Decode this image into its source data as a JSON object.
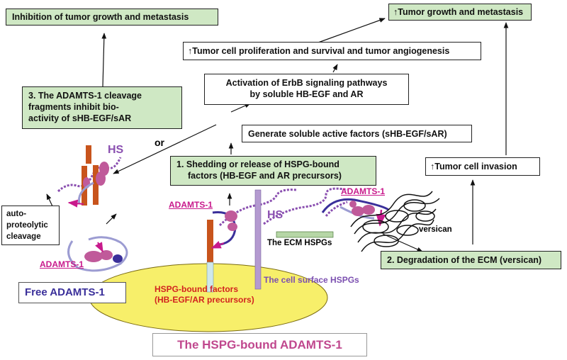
{
  "boxes": {
    "inhibition_growth": "Inhibition of tumor growth and metastasis",
    "tumor_growth": "Tumor growth and metastasis",
    "proliferation": "Tumor cell proliferation and survival and tumor angiogenesis",
    "erbb_line1": "Activation of ErbB signaling pathways",
    "erbb_line2": "by soluble HB-EGF and AR",
    "cleavage_line1": "3. The ADAMTS-1 cleavage",
    "cleavage_line2": "fragments inhibit bio-",
    "cleavage_line3": "activity of sHB-EGF/sAR",
    "soluble_factors": "Generate soluble active factors (sHB-EGF/sAR)",
    "shedding_line1": "1.    Shedding or release of HSPG-bound",
    "shedding_line2": "factors (HB-EGF and AR precursors)",
    "invasion": "Tumor cell invasion",
    "auto_line1": "auto-",
    "auto_line2": "proteolytic",
    "auto_line3": "cleavage",
    "degradation": "2. Degradation of the ECM (versican)",
    "free_adamts": "Free ADAMTS-1",
    "hspg_bound_adamts": "The HSPG-bound ADAMTS-1"
  },
  "labels": {
    "or": "or",
    "hs_left": "HS",
    "hs_center": "HS",
    "adamts_left": "ADAMTS-1",
    "adamts_center": "ADAMTS-1",
    "adamts_right": "ADAMTS-1",
    "versican": "versican",
    "ecm_hspgs": "The ECM HSPGs",
    "cell_surface_hspgs": "The cell surface HSPGs",
    "hspg_factors_line1": "HSPG-bound factors",
    "hspg_factors_line2": "(HB-EGF/AR precursors)"
  },
  "colors": {
    "green_box": "#cfe8c4",
    "cell": "#f7ef6a",
    "adamts_magenta": "#c81a8c",
    "protein_pink": "#c05a9a",
    "hs_chain": "#8a4fb0",
    "free_adamts_text": "#3a2f9a",
    "hspg_bound_text": "#c0488e",
    "factor_text": "#d2231f",
    "cell_surface_hspg": "#b49ad0",
    "factor_orange": "#c8541c"
  }
}
